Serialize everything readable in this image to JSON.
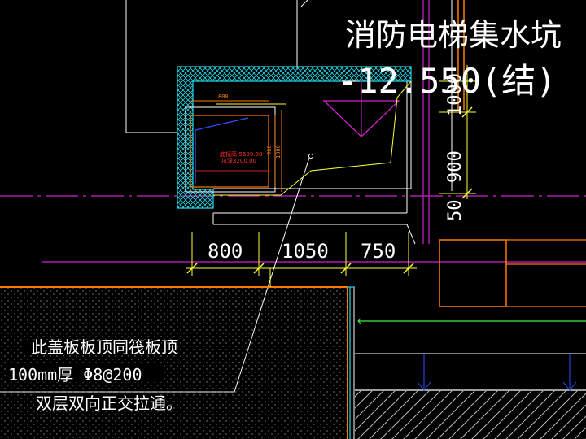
{
  "drawing": {
    "title": "消防电梯集水坑",
    "elevation": "-12.550(结)",
    "dimensions_horizontal": [
      "800",
      "1050",
      "750"
    ],
    "dimensions_vertical": [
      "1000",
      "900",
      "50"
    ],
    "inner_dimensions": {
      "width": "800",
      "height_a": "1000",
      "height_b": "960"
    },
    "inner_labels": {
      "line1": "底标高-5600.00",
      "line2": "坑深3200.00"
    },
    "note": {
      "line1": "此盖板板顶同筏板顶",
      "line2": "100mm厚 Φ8@200",
      "line3": "双层双向正交拉通。"
    }
  },
  "colors": {
    "background": "#000000",
    "white": "#ffffff",
    "cyan": "#22d8e8",
    "yellow": "#ffff33",
    "magenta": "#d020d0",
    "orange": "#ff7a00",
    "green": "#44ee44",
    "blue": "#3050ff",
    "red": "#ff3030",
    "hatch": "#7a7a7a"
  }
}
